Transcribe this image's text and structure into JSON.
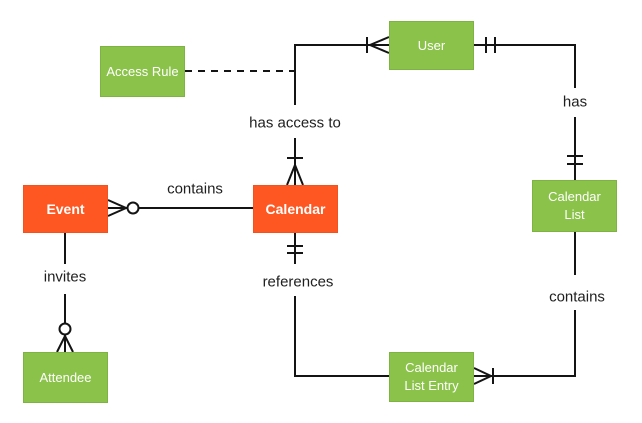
{
  "diagram": {
    "type": "entity-relationship",
    "colors": {
      "entity_green": "#8BC34A",
      "entity_green_border": "#7CB342",
      "entity_orange": "#FF5722",
      "entity_orange_border": "#F4511E",
      "line": "#141414",
      "label_text": "#1F1F1F",
      "entity_text": "#FFFFFF",
      "background": "#FFFFFF"
    },
    "entities": [
      {
        "id": "access-rule",
        "label": "Access Rule",
        "variant": "green"
      },
      {
        "id": "user",
        "label": "User",
        "variant": "green"
      },
      {
        "id": "event",
        "label": "Event",
        "variant": "orange"
      },
      {
        "id": "calendar",
        "label": "Calendar",
        "variant": "orange"
      },
      {
        "id": "calendar-list",
        "label": "Calendar List",
        "variant": "green"
      },
      {
        "id": "calendar-list-entry",
        "label": "Calendar List Entry",
        "variant": "green"
      },
      {
        "id": "attendee",
        "label": "Attendee",
        "variant": "green"
      }
    ],
    "relationships": [
      {
        "id": "contains-event-calendar",
        "label": "contains",
        "line_style": "solid"
      },
      {
        "id": "has-access-to",
        "label": "has access to",
        "line_style": "solid"
      },
      {
        "id": "has",
        "label": "has",
        "line_style": "solid"
      },
      {
        "id": "contains-list-entry",
        "label": "contains",
        "line_style": "solid"
      },
      {
        "id": "references",
        "label": "references",
        "line_style": "solid"
      },
      {
        "id": "invites",
        "label": "invites",
        "line_style": "solid"
      },
      {
        "id": "access-rule-link",
        "label": "",
        "line_style": "dashed"
      }
    ]
  }
}
